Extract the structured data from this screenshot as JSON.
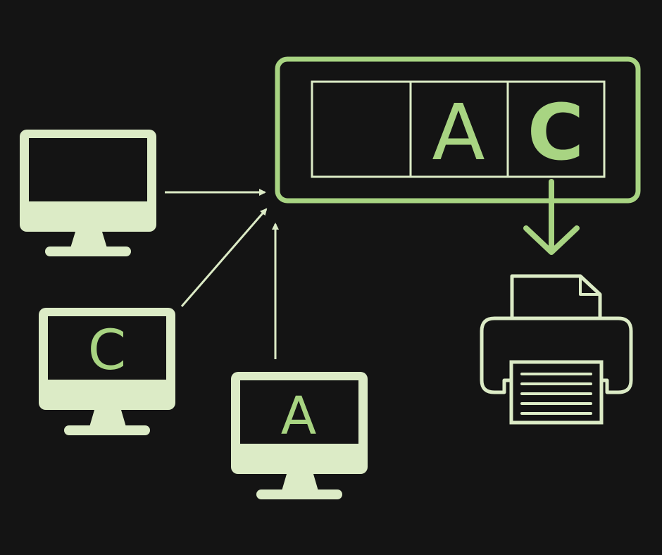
{
  "colors": {
    "background": "#141414",
    "pale_green": "#dcebc6",
    "green": "#a8d482"
  },
  "computers": [
    {
      "id": "computer-1",
      "screen_letter": "",
      "icon": "monitor-icon"
    },
    {
      "id": "computer-2",
      "screen_letter": "C",
      "icon": "monitor-icon"
    },
    {
      "id": "computer-3",
      "screen_letter": "A",
      "icon": "monitor-icon"
    }
  ],
  "queue": {
    "slots": [
      "",
      "A",
      "C"
    ]
  },
  "printer": {
    "icon": "printer-icon"
  },
  "arrows": [
    "computer-1-to-queue",
    "computer-2-to-queue",
    "computer-3-to-queue",
    "queue-to-printer"
  ]
}
